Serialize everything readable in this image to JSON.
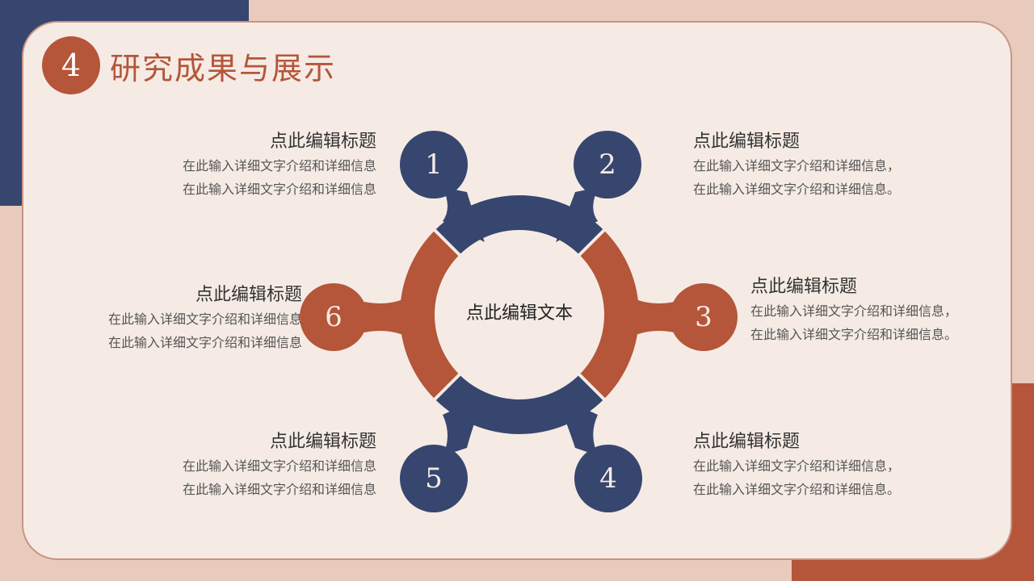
{
  "slide": {
    "section_number": "4",
    "title": "研究成果与展示",
    "center_text": "点此编辑文本",
    "colors": {
      "navy": "#36466e",
      "rust": "#b5553a",
      "card_bg": "#f5ebe4",
      "page_bg": "#e8cbbc"
    },
    "items": [
      {
        "number": "1",
        "heading": "点此编辑标题",
        "line1": "在此输入详细文字介绍和详细信息",
        "line2": "在此输入详细文字介绍和详细信息"
      },
      {
        "number": "2",
        "heading": "点此编辑标题",
        "line1": "在此输入详细文字介绍和详细信息，",
        "line2": "在此输入详细文字介绍和详细信息。"
      },
      {
        "number": "3",
        "heading": "点此编辑标题",
        "line1": "在此输入详细文字介绍和详细信息，",
        "line2": "在此输入详细文字介绍和详细信息。"
      },
      {
        "number": "4",
        "heading": "点此编辑标题",
        "line1": "在此输入详细文字介绍和详细信息，",
        "line2": "在此输入详细文字介绍和详细信息。"
      },
      {
        "number": "5",
        "heading": "点此编辑标题",
        "line1": "在此输入详细文字介绍和详细信息",
        "line2": "在此输入详细文字介绍和详细信息"
      },
      {
        "number": "6",
        "heading": "点此编辑标题",
        "line1": "在此输入详细文字介绍和详细信息",
        "line2": "在此输入详细文字介绍和详细信息"
      }
    ]
  }
}
